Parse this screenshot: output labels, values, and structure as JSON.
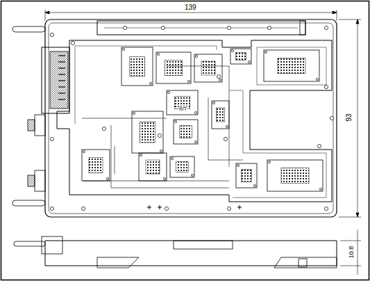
{
  "diagram": {
    "labels": [
      "139",
      "93",
      "10.8",
      "R/T"
    ]
  }
}
